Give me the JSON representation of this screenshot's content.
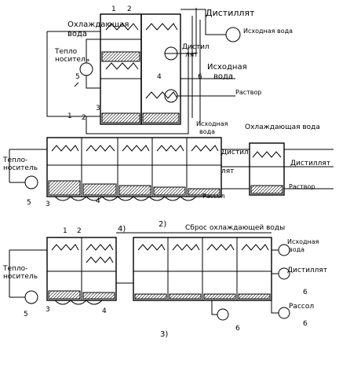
{
  "labels": {
    "distillate": "Дистиллят",
    "source_water": "Исходная вода",
    "source_water_l1": "Исходная",
    "source_water_l2": "вода",
    "source_water_a": "Исходная",
    "source_water_b": "вода",
    "cooling_water_l1": "Охлаждающая",
    "cooling_water_l2": "вода",
    "heat_carrier_l1": "Тепло",
    "heat_carrier_l2": "носитель",
    "distillate_mid_l1": "Дистил",
    "distillate_mid_l2": "лят",
    "solution": "Раствор",
    "source_water2_l1": "Исходная",
    "source_water2_l2": "вода",
    "cooling_water2": "Охлаждающая вода",
    "distillate2": "Дистиллят",
    "distillate2_mid_l1": "Дистил",
    "distillate2_mid_l2": "лят",
    "solution2": "Раствор",
    "brine2": "Рассол",
    "heat_carrier2_l1": "Тепло-",
    "heat_carrier2_l2": "носитель",
    "fig2": "2)",
    "cooling_water_dump": "Сброс охлаждающей воды",
    "source_water3_l1": "Исходная",
    "source_water3_l2": "вода",
    "distillate3": "Дистиллят",
    "brine3": "Рассол",
    "heat_carrier3_l1": "Тепло-",
    "heat_carrier3_l2": "носитель",
    "fig3": "3)",
    "fig4": "4)"
  },
  "numbers": {
    "n1": "1",
    "n2": "2",
    "n3": "3",
    "n4": "4",
    "n5": "5",
    "n6": "6"
  }
}
